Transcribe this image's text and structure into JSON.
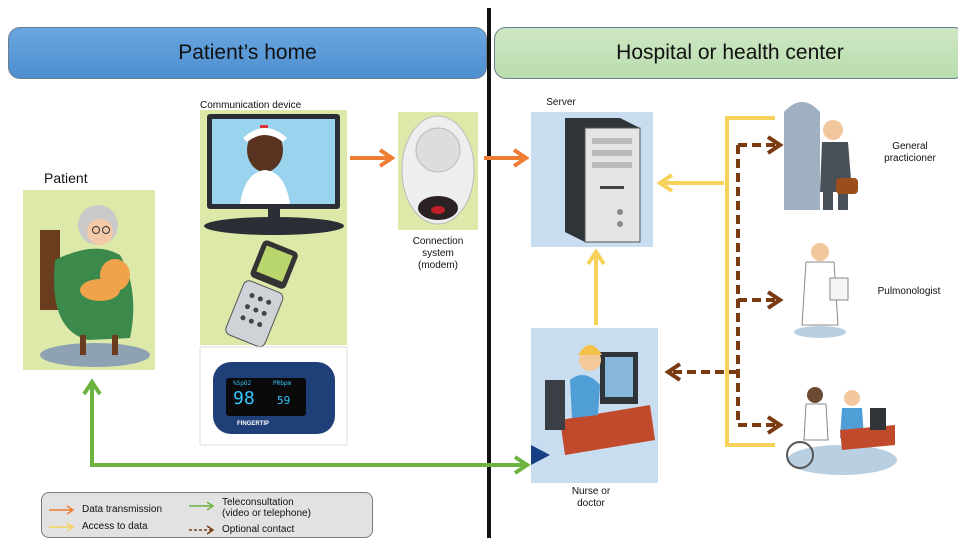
{
  "headers": {
    "home": "Patient’s home",
    "hospital": "Hospital or health center"
  },
  "nodes": {
    "patient": "Patient",
    "communication_device": "Communication device",
    "connection_system": "Connection\nsystem\n(modem)",
    "server": "Server",
    "nurse_or_doctor": "Nurse or\ndoctor",
    "general_practitioner": "General\npracticioner",
    "pulmonologist": "Pulmonologist"
  },
  "oximeter_display": {
    "spo2_header": "%SpO2",
    "pr_header": "PRbpm",
    "spo2": "98",
    "pr": "59",
    "brand": "FINGERTIP"
  },
  "legend": {
    "data_transmission": "Data transmission",
    "access_to_data": "Access to data",
    "teleconsultation": "Teleconsultation\n(video or telephone)",
    "optional_contact": "Optional contact"
  },
  "colors": {
    "data_transmission": "#ee7d33",
    "access_to_data": "#f7d25b",
    "teleconsultation": "#6db33f",
    "optional_contact": "#7a3b12",
    "home_header": "#5a9bd8",
    "hospital_header": "#c6e2ba",
    "panel_green": "#dde9a9",
    "panel_blue": "#c8ddef"
  }
}
